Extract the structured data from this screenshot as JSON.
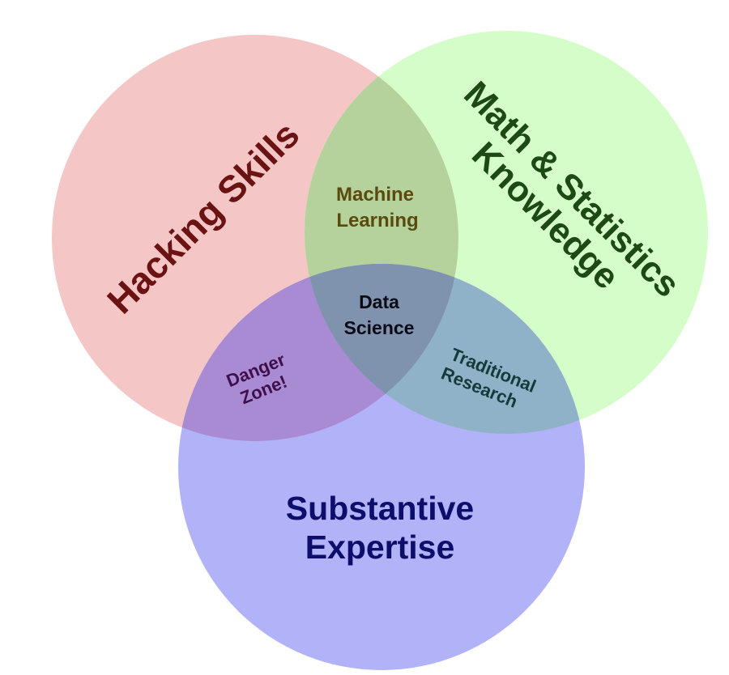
{
  "diagram": {
    "type": "venn",
    "sets": [
      {
        "id": "hacking",
        "label": "Hacking Skills",
        "fill": "#f4c6c6",
        "text_color": "#6b1212"
      },
      {
        "id": "math",
        "label_lines": [
          "Math & Statistics",
          "Knowledge"
        ],
        "fill": "#d5fdca",
        "text_color": "#1c4a12"
      },
      {
        "id": "substantive",
        "label_lines": [
          "Substantive",
          "Expertise"
        ],
        "fill": "#b2b2f8",
        "text_color": "#0d0d6b"
      }
    ],
    "intersections": [
      {
        "id": "hacking-math",
        "label_lines": [
          "Machine",
          "Learning"
        ],
        "fill": "#b6d29c",
        "text_color": "#5a4a0e"
      },
      {
        "id": "hacking-substantive",
        "label_lines": [
          "Danger",
          "Zone!"
        ],
        "fill": "#a98bd4",
        "text_color": "#3e0f4a"
      },
      {
        "id": "math-substantive",
        "label_lines": [
          "Traditional",
          "Research"
        ],
        "fill": "#90b2c8",
        "text_color": "#163a3a"
      },
      {
        "id": "all",
        "label_lines": [
          "Data",
          "Science"
        ],
        "fill": "#7f92ae",
        "text_color": "#0a0a14"
      }
    ]
  }
}
